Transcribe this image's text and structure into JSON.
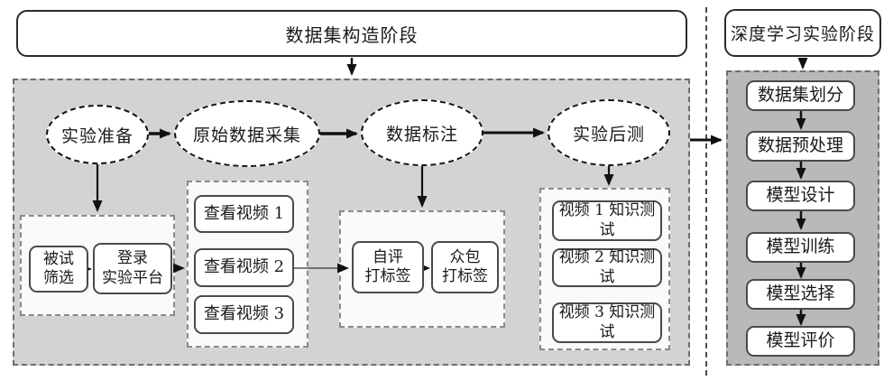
{
  "construction": {
    "title": "数据集构造阶段",
    "stages": [
      {
        "label": "实验准备"
      },
      {
        "label": "原始数据采集"
      },
      {
        "label": "数据标注"
      },
      {
        "label": "实验后测"
      }
    ],
    "preparation": {
      "items": [
        {
          "label": "被试\n筛选"
        },
        {
          "label": "登录\n实验平台"
        }
      ]
    },
    "videos": {
      "items": [
        {
          "label": "查看视频 1"
        },
        {
          "label": "查看视频 2"
        },
        {
          "label": "查看视频 3"
        }
      ]
    },
    "labeling": {
      "items": [
        {
          "label": "自评\n打标签"
        },
        {
          "label": "众包\n打标签"
        }
      ]
    },
    "tests": {
      "items": [
        {
          "label": "视频 1 知识测试"
        },
        {
          "label": "视频 2 知识测试"
        },
        {
          "label": "视频 3 知识测试"
        }
      ]
    }
  },
  "experiment": {
    "title": "深度学习实验阶段",
    "steps": [
      {
        "label": "数据集划分"
      },
      {
        "label": "数据预处理"
      },
      {
        "label": "模型设计"
      },
      {
        "label": "模型训练"
      },
      {
        "label": "模型选择"
      },
      {
        "label": "模型评价"
      }
    ]
  },
  "colors": {
    "left_panel_bg": "#d3d3d3",
    "right_panel_bg": "#b9b9b9",
    "subbox_bg": "#fafafa",
    "node_bg": "#ffffff",
    "line": "#111111"
  }
}
